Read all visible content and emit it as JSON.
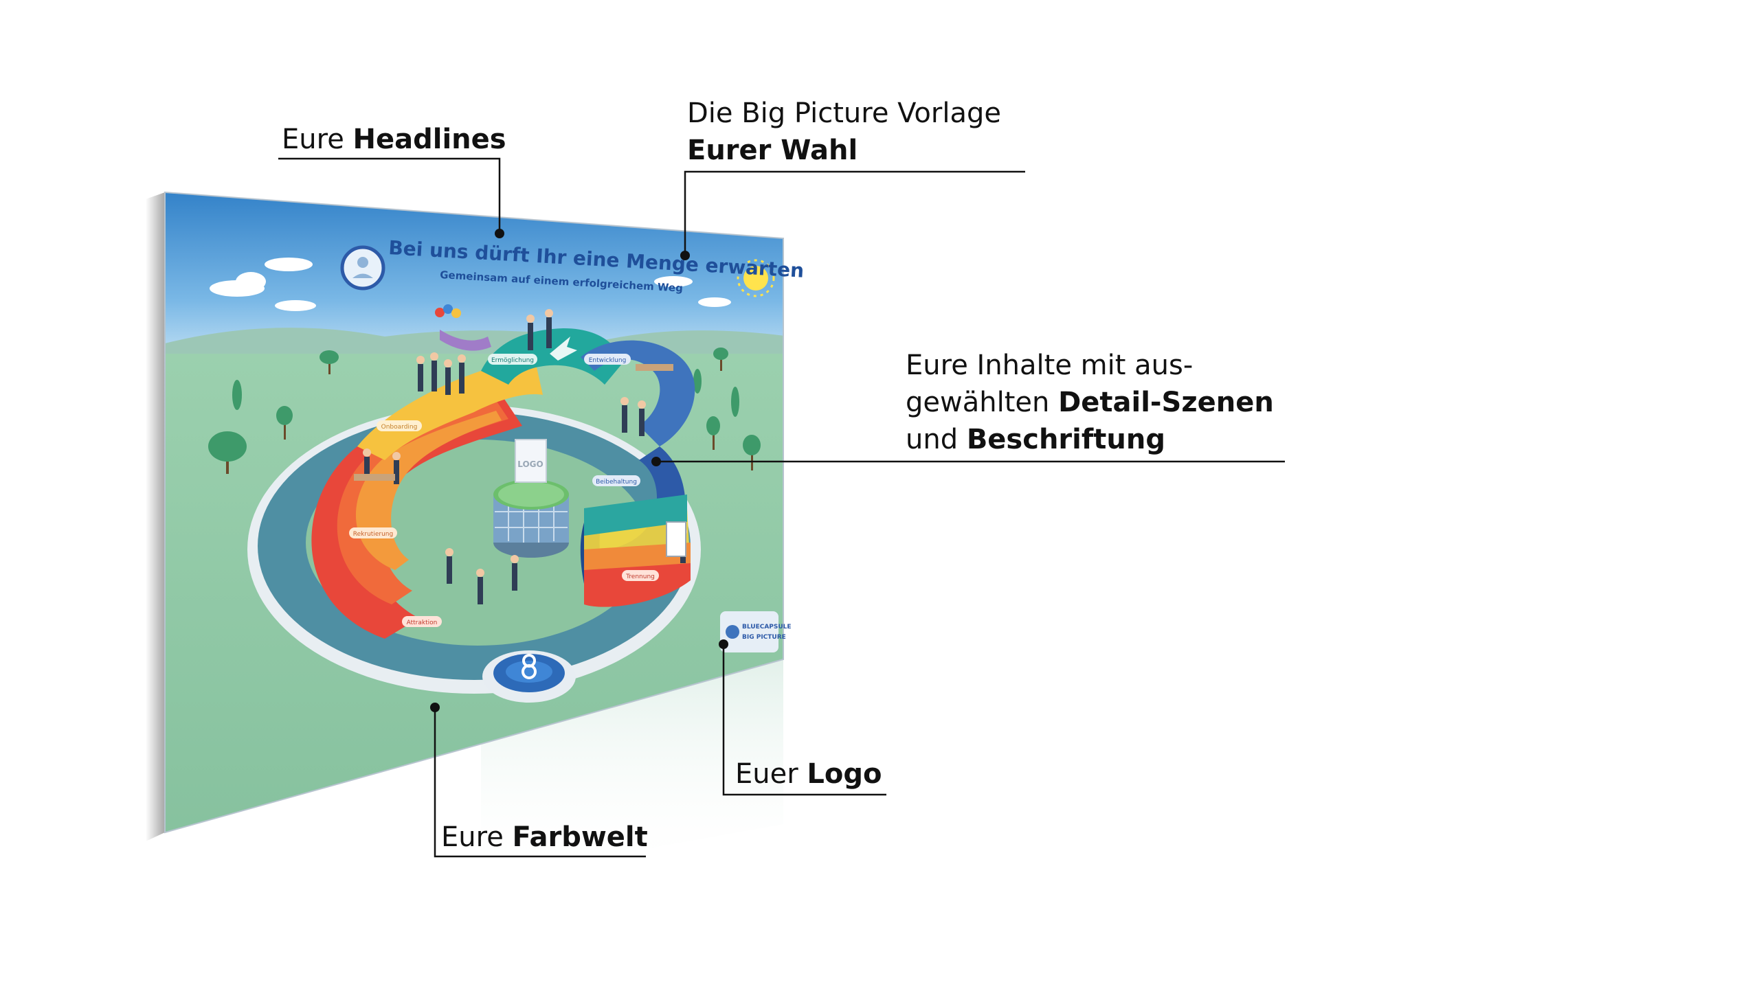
{
  "annotations": {
    "headlines": {
      "normal": "Eure ",
      "bold": "Headlines"
    },
    "vorlage": {
      "line1": "Die Big Picture Vorlage",
      "bold": "Eurer Wahl"
    },
    "inhalte": {
      "line1": "Eure Inhalte mit aus-",
      "line2_normal": "gewählten ",
      "line2_bold": "Detail-Szenen",
      "line3_normal": "und ",
      "line3_bold": "Beschriftung"
    },
    "logo": {
      "normal": "Euer ",
      "bold": "Logo"
    },
    "farbwelt": {
      "normal": "Eure ",
      "bold": "Farbwelt"
    }
  },
  "picture": {
    "title": "Bei uns dürft Ihr eine Menge erwarten",
    "subtitle": "Gemeinsam auf einem erfolgreichem Weg",
    "center_logo": "LOGO",
    "stage_labels": {
      "attraktion": "Attraktion",
      "rekrutierung": "Rekrutierung",
      "onboarding": "Onboarding",
      "ermoeglichung": "Ermöglichung",
      "entwicklung": "Entwicklung",
      "bindung": "Beibehaltung",
      "trennung": "Trennung"
    },
    "brand_logo_line1": "BLUECAPSULE",
    "brand_logo_line2": "BIG PICTURE"
  },
  "colors": {
    "sky": "#3d8fd1",
    "grass": "#8fc9a8",
    "path": "#4d8fa8",
    "red": "#e8473a",
    "orange": "#f28a3a",
    "yellow": "#f5b83d",
    "teal": "#1fa39a",
    "blue": "#3b6fb8",
    "navy": "#2b4f9a"
  }
}
